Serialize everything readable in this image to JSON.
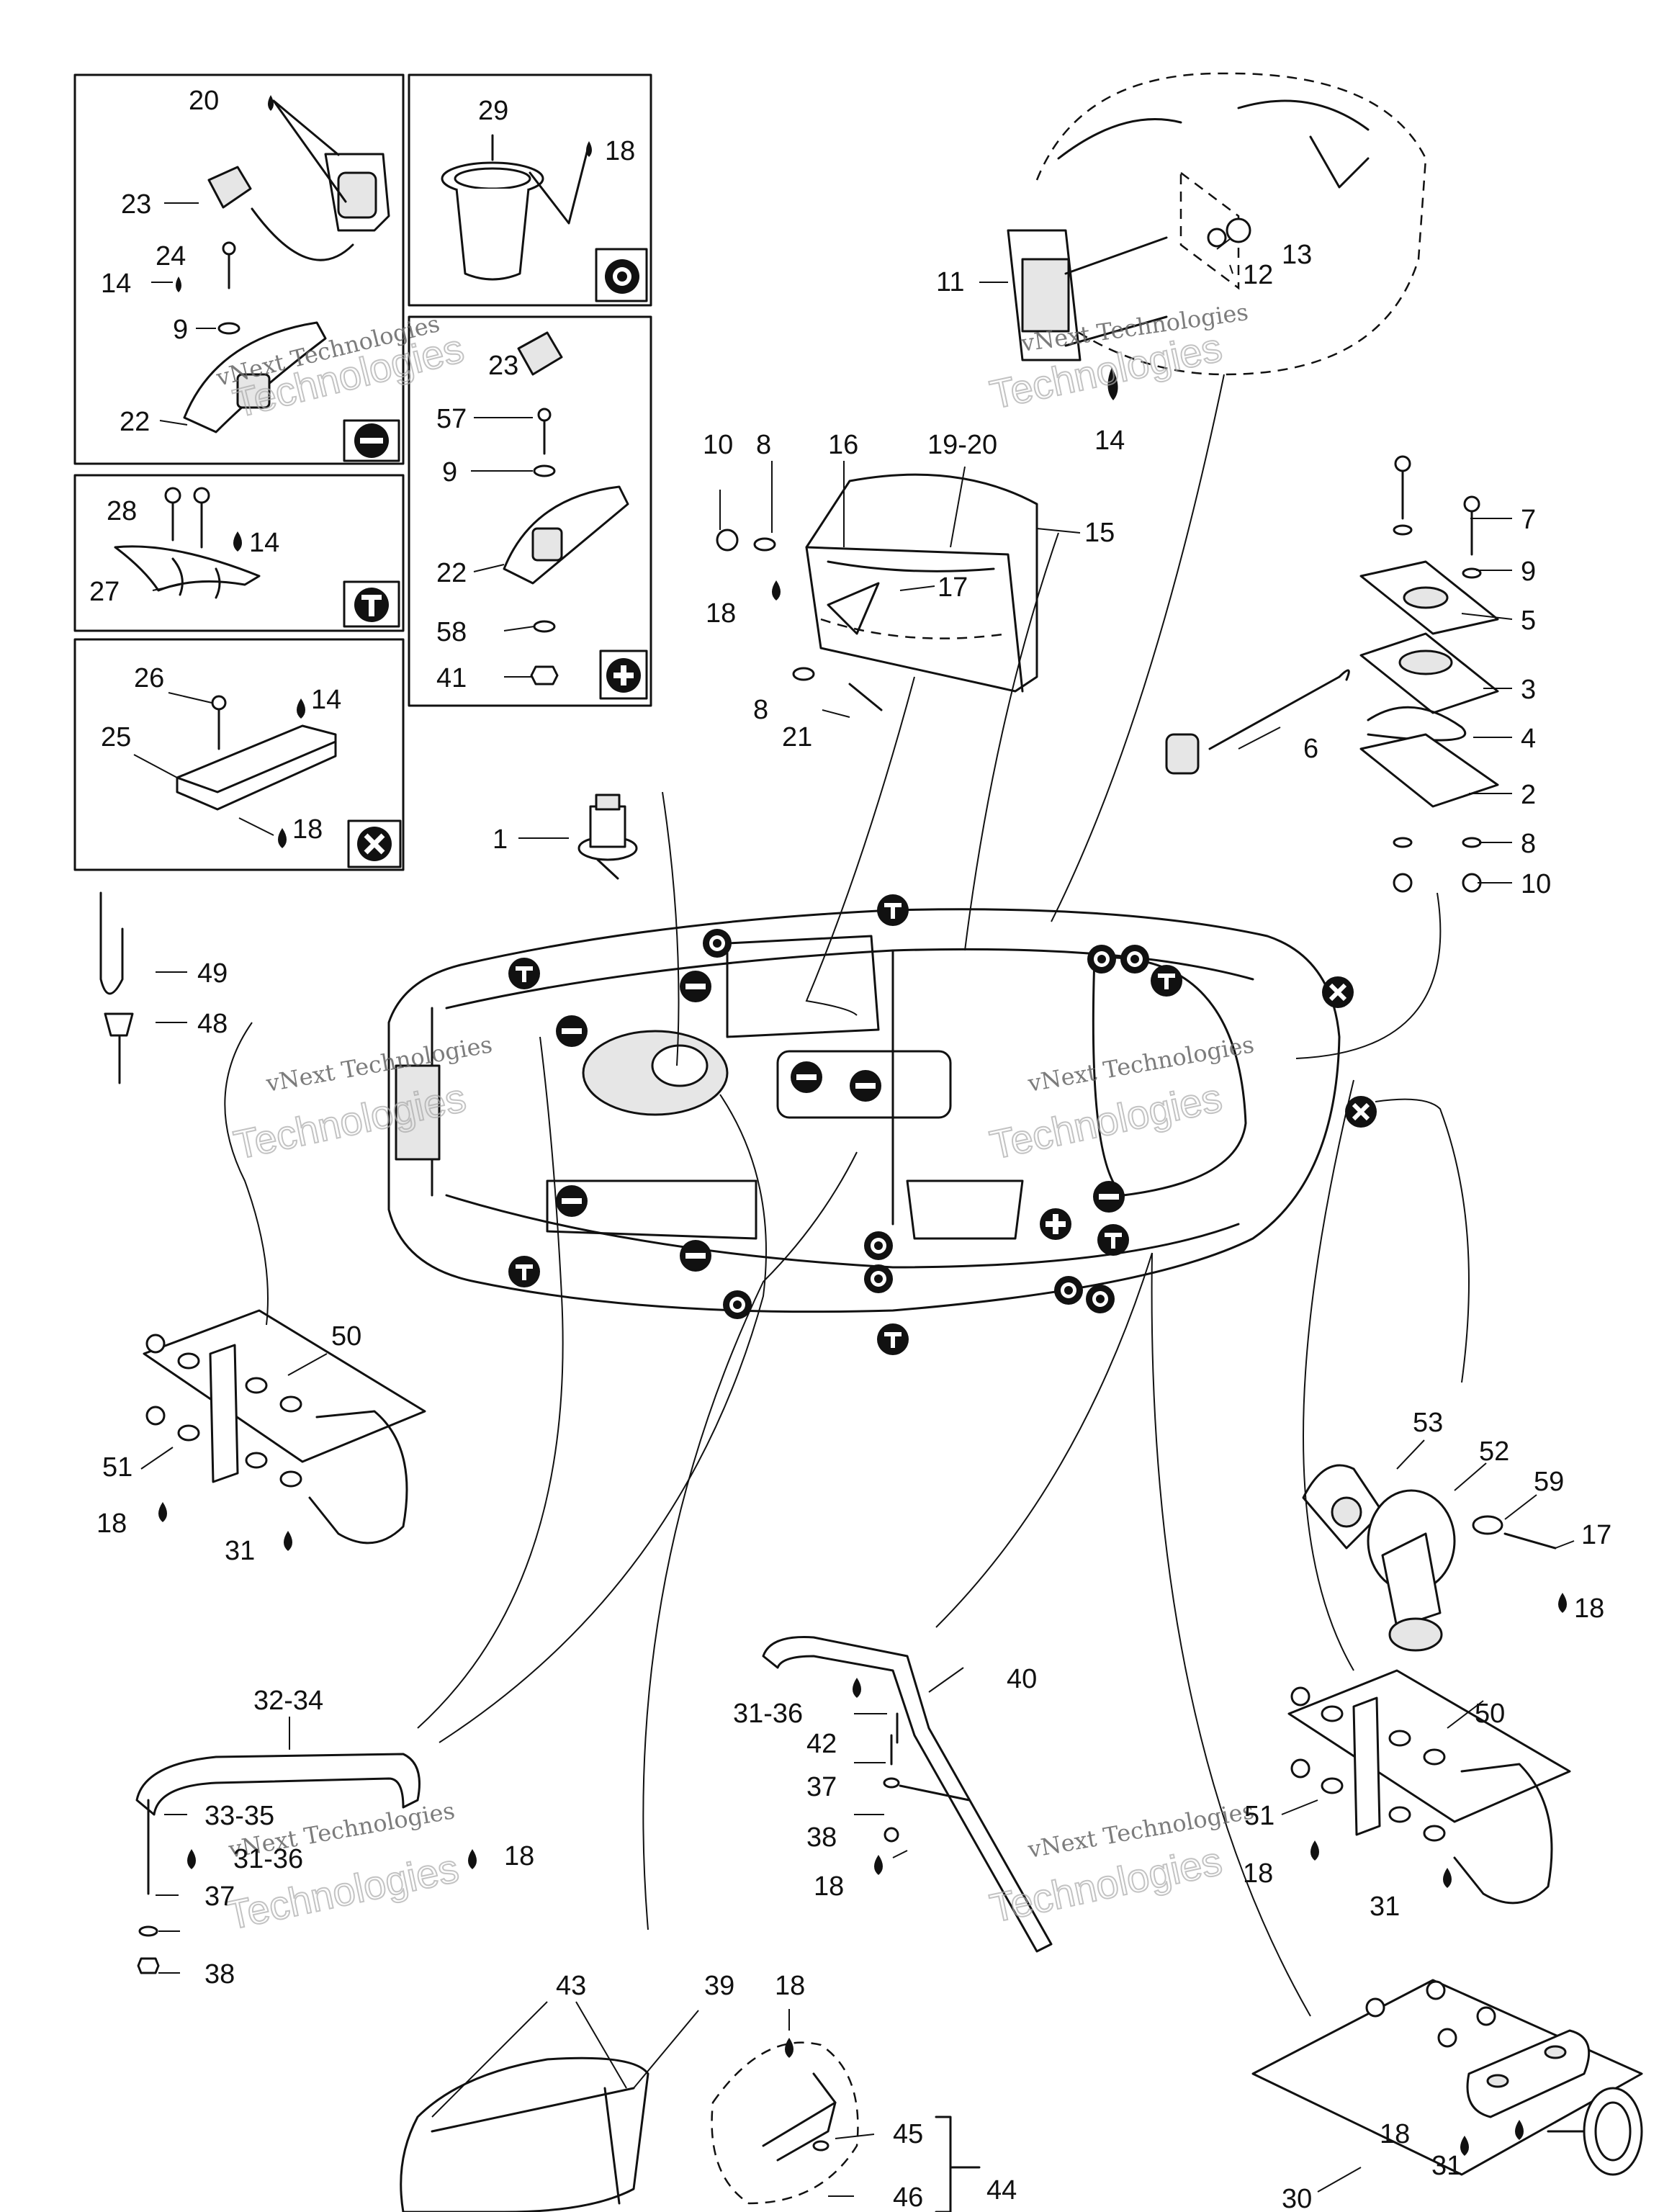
{
  "diagram": {
    "watermark": {
      "line1": "vNext Technologies",
      "line2": "Technologies",
      "line3": "vNext"
    },
    "legend_icons": {
      "minus": "minus-icon",
      "target": "target-icon",
      "t": "t-icon",
      "plus": "plus-icon",
      "x": "x-icon",
      "drop": "adhesive-drop-icon"
    },
    "callouts": {
      "c1": "1",
      "c2": "2",
      "c3": "3",
      "c4": "4",
      "c5": "5",
      "c6": "6",
      "c7": "7",
      "c8a": "8",
      "c8b": "8",
      "c8c": "8",
      "c9a": "9",
      "c9b": "9",
      "c9c": "9",
      "c10a": "10",
      "c10b": "10",
      "c11": "11",
      "c12": "12",
      "c13": "13",
      "c14a": "14",
      "c14b": "14",
      "c14c": "14",
      "c14d": "14",
      "c15": "15",
      "c16": "16",
      "c17a": "17",
      "c17b": "17",
      "c18a": "18",
      "c18b": "18",
      "c18c": "18",
      "c18d": "18",
      "c18e": "18",
      "c18f": "18",
      "c18g": "18",
      "c18h": "18",
      "c18i": "18",
      "c18j": "18",
      "c1920": "19-20",
      "c20": "20",
      "c21": "21",
      "c22a": "22",
      "c22b": "22",
      "c23a": "23",
      "c23b": "23",
      "c24": "24",
      "c25": "25",
      "c26": "26",
      "c27": "27",
      "c28": "28",
      "c29": "29",
      "c30": "30",
      "c31a": "31",
      "c31b": "31",
      "c31c": "31",
      "c3136a": "31-36",
      "c3136b": "31-36",
      "c3234": "32-34",
      "c3335": "33-35",
      "c37a": "37",
      "c37b": "37",
      "c38a": "38",
      "c38b": "38",
      "c39": "39",
      "c40": "40",
      "c41": "41",
      "c42": "42",
      "c43": "43",
      "c44": "44",
      "c45": "45",
      "c46": "46",
      "c48": "48",
      "c49": "49",
      "c50a": "50",
      "c50b": "50",
      "c51a": "51",
      "c51b": "51",
      "c52": "52",
      "c53": "53",
      "c57": "57",
      "c58": "58",
      "c59": "59"
    }
  }
}
